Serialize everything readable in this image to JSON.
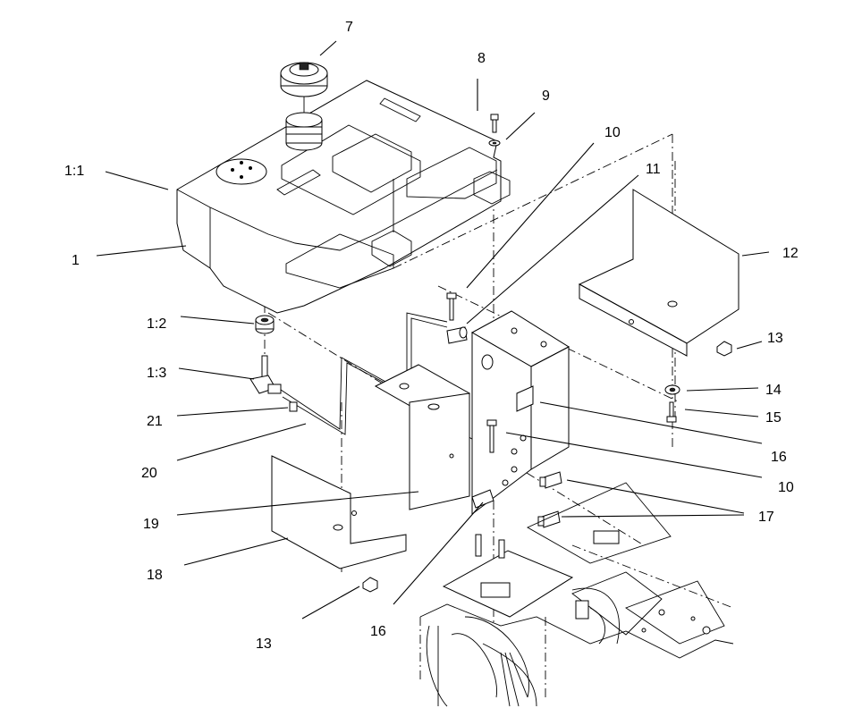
{
  "diagram": {
    "callouts": {
      "c7": "7",
      "c8": "8",
      "c9": "9",
      "c10a": "10",
      "c11": "11",
      "c1_1": "1:1",
      "c12": "12",
      "c1": "1",
      "c1_2": "1:2",
      "c13a": "13",
      "c1_3": "1:3",
      "c14": "14",
      "c15": "15",
      "c21": "21",
      "c16a": "16",
      "c20": "20",
      "c10b": "10",
      "c19": "19",
      "c17": "17",
      "c18": "18",
      "c13b": "13",
      "c16b": "16"
    }
  }
}
